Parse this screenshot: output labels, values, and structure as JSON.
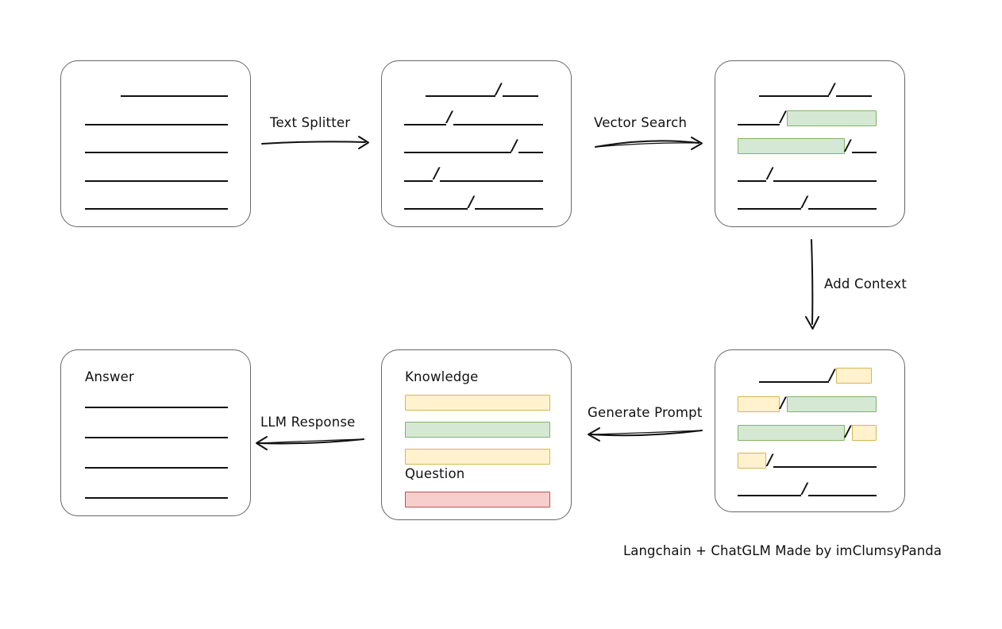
{
  "diagram": {
    "footer": "Langchain + ChatGLM Made by imClumsyPanda",
    "arrows": [
      {
        "id": "text-splitter",
        "label": "Text Splitter",
        "direction": "right"
      },
      {
        "id": "vector-search",
        "label": "Vector Search",
        "direction": "right"
      },
      {
        "id": "add-context",
        "label": "Add Context",
        "direction": "down"
      },
      {
        "id": "generate-prompt",
        "label": "Generate Prompt",
        "direction": "left"
      },
      {
        "id": "llm-response",
        "label": "LLM Response",
        "direction": "left"
      }
    ],
    "boxes": {
      "source_document": {
        "name": "source-document",
        "label": "",
        "lines": [
          {
            "segments": [
              {
                "type": "gap",
                "w": 25
              },
              {
                "type": "line",
                "w": 75
              }
            ]
          },
          {
            "segments": [
              {
                "type": "line",
                "w": 100
              }
            ]
          },
          {
            "segments": [
              {
                "type": "line",
                "w": 100
              }
            ]
          },
          {
            "segments": [
              {
                "type": "line",
                "w": 100
              }
            ]
          },
          {
            "segments": [
              {
                "type": "line",
                "w": 100
              }
            ]
          }
        ]
      },
      "split_document": {
        "name": "split-document",
        "label": "",
        "lines": [
          {
            "segments": [
              {
                "type": "gap",
                "w": 15
              },
              {
                "type": "line",
                "w": 48
              },
              {
                "type": "slash"
              },
              {
                "type": "line",
                "w": 25
              }
            ]
          },
          {
            "segments": [
              {
                "type": "line",
                "w": 29
              },
              {
                "type": "slash"
              },
              {
                "type": "line",
                "w": 62
              }
            ]
          },
          {
            "segments": [
              {
                "type": "line",
                "w": 74
              },
              {
                "type": "slash"
              },
              {
                "type": "line",
                "w": 17
              }
            ]
          },
          {
            "segments": [
              {
                "type": "line",
                "w": 20
              },
              {
                "type": "slash"
              },
              {
                "type": "line",
                "w": 71
              }
            ]
          },
          {
            "segments": [
              {
                "type": "line",
                "w": 44
              },
              {
                "type": "slash"
              },
              {
                "type": "line",
                "w": 47
              }
            ]
          }
        ]
      },
      "vector_matched_document": {
        "name": "vector-matched-document",
        "label": "",
        "lines": [
          {
            "segments": [
              {
                "type": "gap",
                "w": 15
              },
              {
                "type": "line",
                "w": 48
              },
              {
                "type": "slash"
              },
              {
                "type": "line",
                "w": 25
              }
            ]
          },
          {
            "segments": [
              {
                "type": "line",
                "w": 29
              },
              {
                "type": "slash"
              },
              {
                "type": "chip",
                "color": "green",
                "w": 62
              }
            ]
          },
          {
            "segments": [
              {
                "type": "chip",
                "color": "green",
                "w": 74
              },
              {
                "type": "slash"
              },
              {
                "type": "line",
                "w": 17
              }
            ]
          },
          {
            "segments": [
              {
                "type": "line",
                "w": 20
              },
              {
                "type": "slash"
              },
              {
                "type": "line",
                "w": 71
              }
            ]
          },
          {
            "segments": [
              {
                "type": "line",
                "w": 44
              },
              {
                "type": "slash"
              },
              {
                "type": "line",
                "w": 47
              }
            ]
          }
        ]
      },
      "context_document": {
        "name": "context-document",
        "label": "",
        "lines": [
          {
            "segments": [
              {
                "type": "gap",
                "w": 15
              },
              {
                "type": "line",
                "w": 48
              },
              {
                "type": "slash"
              },
              {
                "type": "chip",
                "color": "yellow",
                "w": 25
              }
            ]
          },
          {
            "segments": [
              {
                "type": "chip",
                "color": "yellow",
                "w": 29
              },
              {
                "type": "slash"
              },
              {
                "type": "chip",
                "color": "green",
                "w": 62
              }
            ]
          },
          {
            "segments": [
              {
                "type": "chip",
                "color": "green",
                "w": 74
              },
              {
                "type": "slash"
              },
              {
                "type": "chip",
                "color": "yellow",
                "w": 17
              }
            ]
          },
          {
            "segments": [
              {
                "type": "chip",
                "color": "yellow",
                "w": 20
              },
              {
                "type": "slash"
              },
              {
                "type": "line",
                "w": 71
              }
            ]
          },
          {
            "segments": [
              {
                "type": "line",
                "w": 44
              },
              {
                "type": "slash"
              },
              {
                "type": "line",
                "w": 47
              }
            ]
          }
        ]
      },
      "prompt": {
        "name": "prompt-box",
        "knowledge_label": "Knowledge",
        "question_label": "Question",
        "knowledge_bars": [
          {
            "color": "yellow"
          },
          {
            "color": "green"
          },
          {
            "color": "yellow"
          }
        ],
        "question_bars": [
          {
            "color": "red"
          }
        ]
      },
      "answer": {
        "name": "answer-box",
        "label": "Answer",
        "lines": [
          {
            "segments": [
              {
                "type": "line",
                "w": 100
              }
            ]
          },
          {
            "segments": [
              {
                "type": "line",
                "w": 100
              }
            ]
          },
          {
            "segments": [
              {
                "type": "line",
                "w": 100
              }
            ]
          },
          {
            "segments": [
              {
                "type": "line",
                "w": 100
              }
            ]
          }
        ]
      }
    },
    "colors": {
      "green_fill": "#d5e8d4",
      "green_stroke": "#82b366",
      "yellow_fill": "#fff2cc",
      "yellow_stroke": "#d6b656",
      "red_fill": "#f8cecc",
      "red_stroke": "#b85450",
      "box_stroke": "#666666",
      "line_stroke": "#111111",
      "background": "#ffffff"
    }
  }
}
